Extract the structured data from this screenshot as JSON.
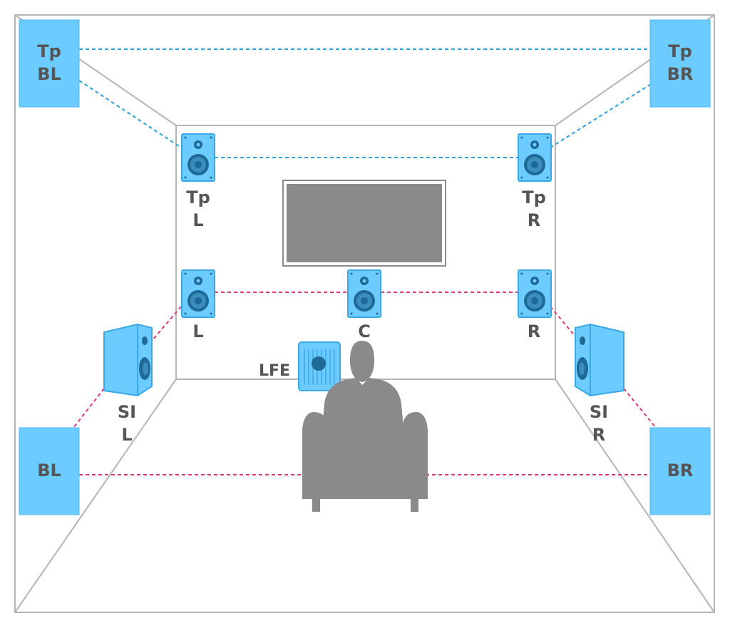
{
  "colors": {
    "speaker_fill": "#6ccbff",
    "speaker_stroke": "#3aa8e6",
    "driver": "#1d6a96",
    "height_line": "#2a9fd8",
    "ear_line": "#e0357f",
    "room_line": "#b5b5b5",
    "screen": "#8a8a8a",
    "listener": "#8a8a8a",
    "label_text": "#555555"
  },
  "labels": {
    "top_back_left": [
      "Tp",
      "BL"
    ],
    "top_back_right": [
      "Tp",
      "BR"
    ],
    "top_left": [
      "Tp",
      "L"
    ],
    "top_right": [
      "Tp",
      "R"
    ],
    "left": "L",
    "center": "C",
    "right": "R",
    "subwoofer": "LFE",
    "side_left": [
      "SI",
      "L"
    ],
    "side_right": [
      "SI",
      "R"
    ],
    "back_left": "BL",
    "back_right": "BR"
  }
}
